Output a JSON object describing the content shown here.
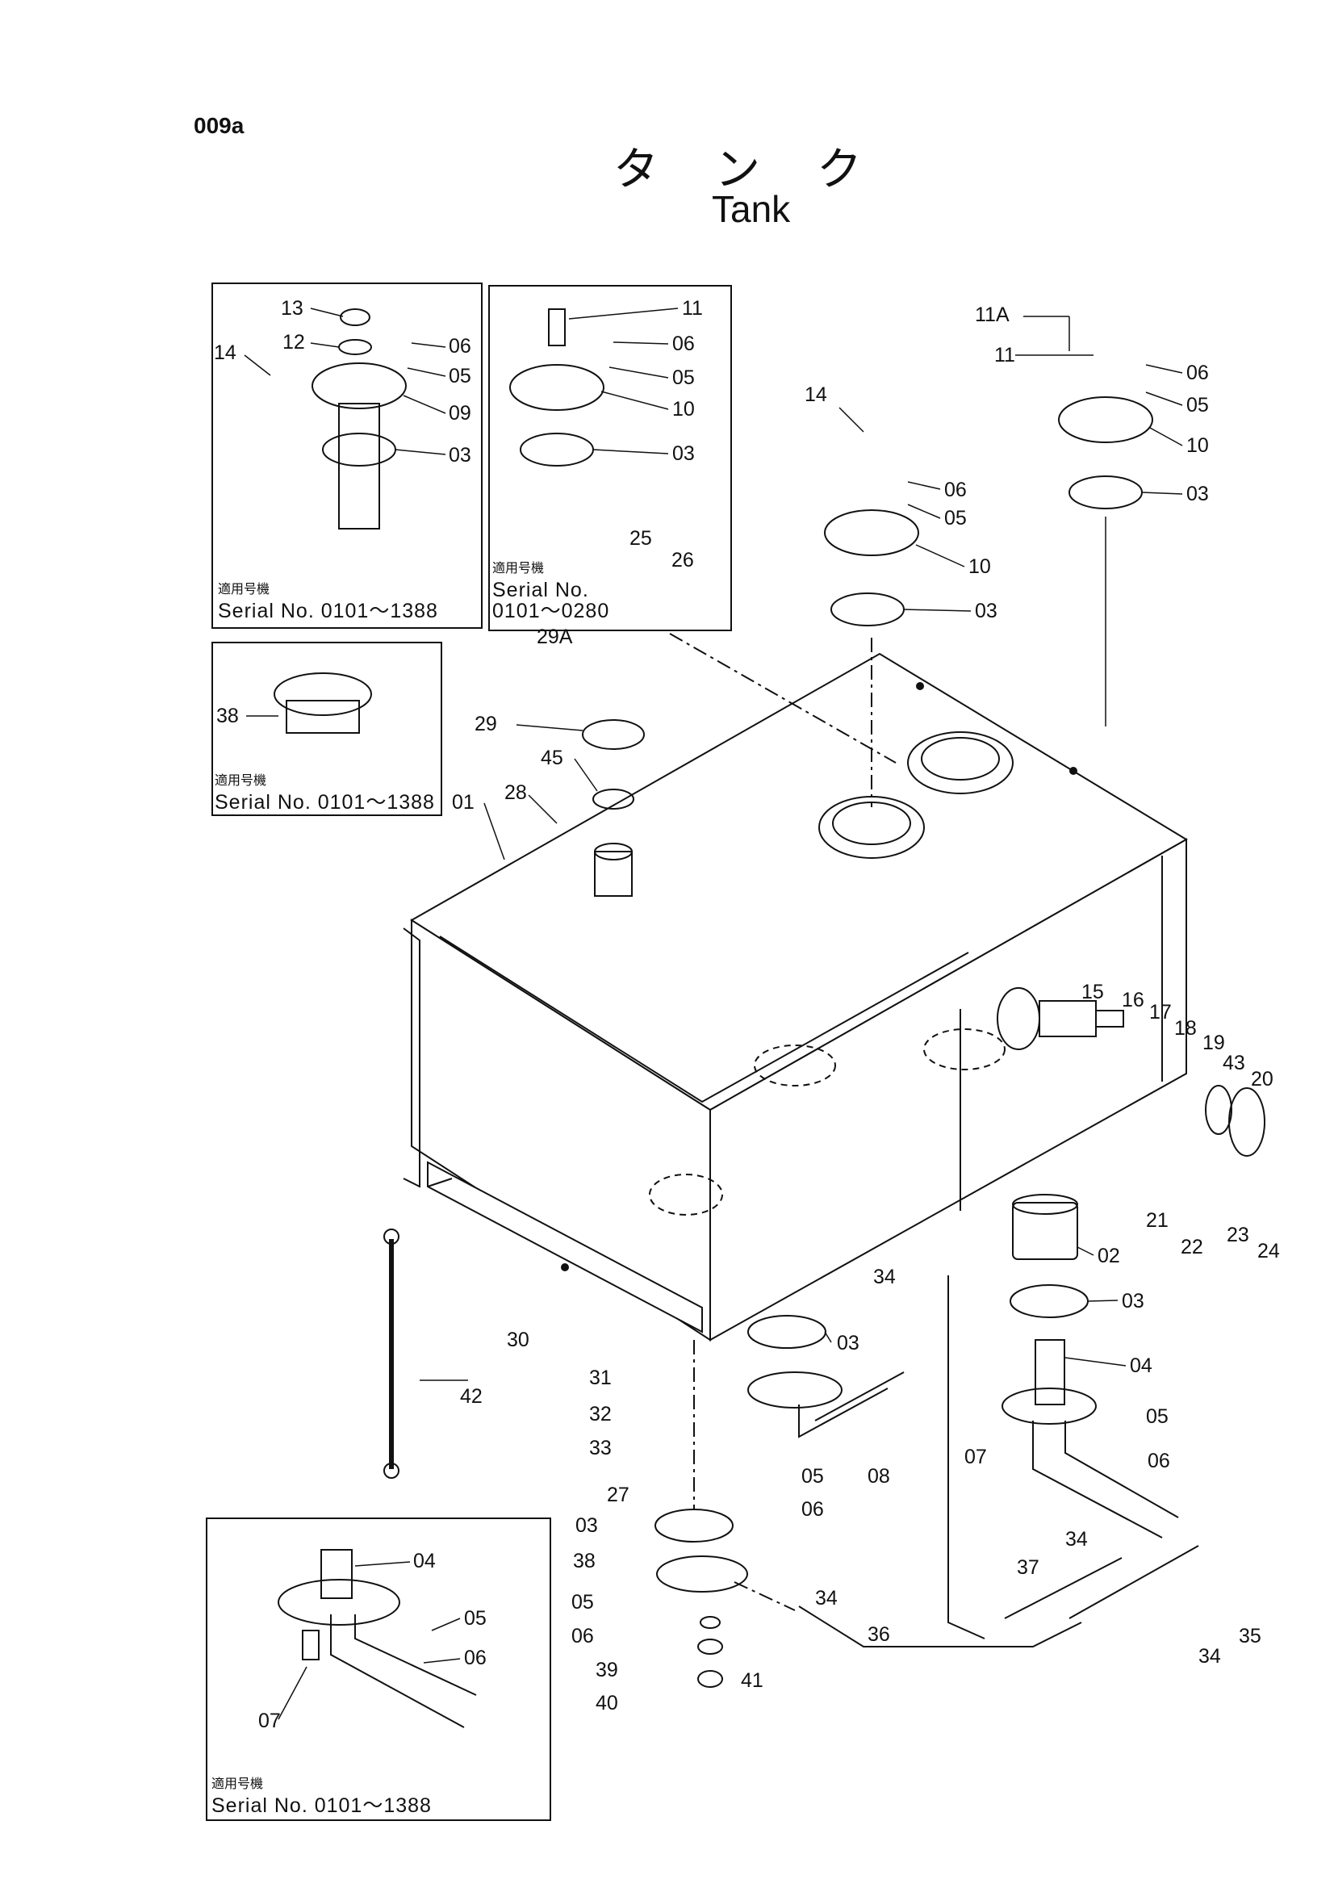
{
  "page_code": "009a",
  "title_jp": "タンク",
  "title_en": "Tank",
  "insets": [
    {
      "applicable_label": "適用号機",
      "serial": "Serial No. 0101～1388"
    },
    {
      "applicable_label": "適用号機",
      "serial_line1": "Serial No.",
      "serial_line2": "0101～0280"
    },
    {
      "applicable_label": "適用号機",
      "serial": "Serial No. 0101～1388"
    },
    {
      "applicable_label": "適用号機",
      "serial": "Serial No. 0101～1388"
    }
  ],
  "callouts": {
    "c13": "13",
    "c12": "12",
    "c14a": "14",
    "c06a": "06",
    "c05a": "05",
    "c09": "09",
    "c03a": "03",
    "c11a": "11",
    "c06b": "06",
    "c05b": "05",
    "c10a": "10",
    "c03b": "03",
    "c38a": "38",
    "c11A": "11A",
    "c11b": "11",
    "c06c": "06",
    "c05c": "05",
    "c10b": "10",
    "c03c": "03",
    "c14b": "14",
    "c06d": "06",
    "c05d": "05",
    "c10c": "10",
    "c03d": "03",
    "c25": "25",
    "c26": "26",
    "c29A": "29A",
    "c29": "29",
    "c45": "45",
    "c28": "28",
    "c01": "01",
    "c15": "15",
    "c16": "16",
    "c17": "17",
    "c18": "18",
    "c19": "19",
    "c43": "43",
    "c20": "20",
    "c21": "21",
    "c22": "22",
    "c23": "23",
    "c24": "24",
    "c02": "02",
    "c03e": "03",
    "c34a": "34",
    "c04a": "04",
    "c05e": "05",
    "c07a": "07",
    "c06e": "06",
    "c30": "30",
    "c03f": "03",
    "c31": "31",
    "c32": "32",
    "c33": "33",
    "c42": "42",
    "c05f": "05",
    "c08": "08",
    "c06f": "06",
    "c27": "27",
    "c03g": "03",
    "c38b": "38",
    "c05g": "05",
    "c06g": "06",
    "c39": "39",
    "c40": "40",
    "c41": "41",
    "c34b": "34",
    "c36": "36",
    "c37": "37",
    "c34c": "34",
    "c34d": "34",
    "c35": "35",
    "c04b": "04",
    "c05h": "05",
    "c06h": "06",
    "c07b": "07"
  }
}
